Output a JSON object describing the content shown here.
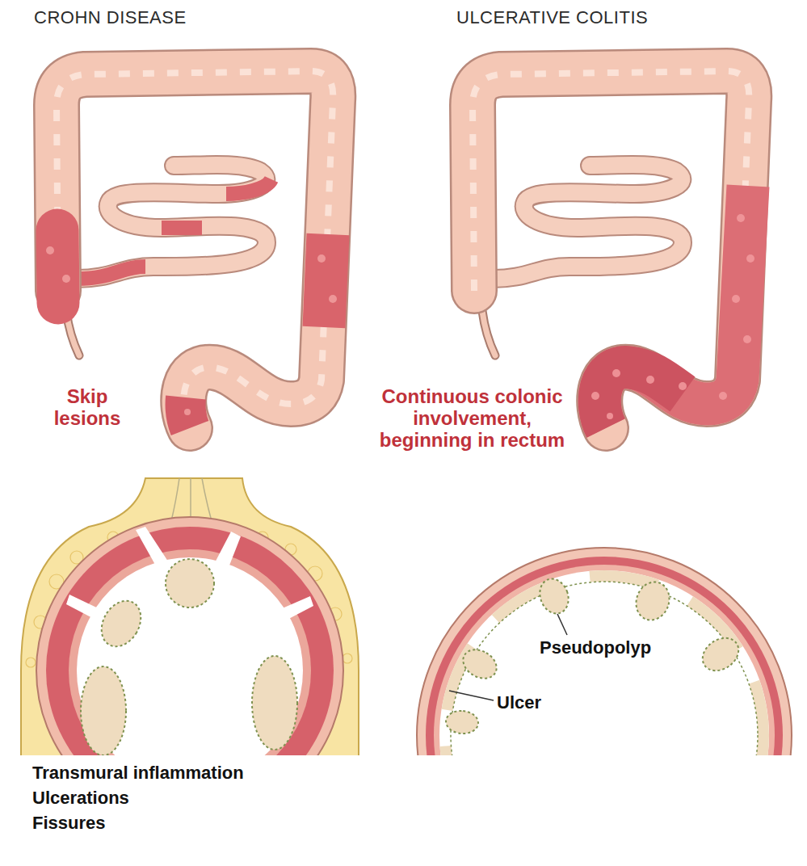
{
  "diagram": {
    "labels": [
      "CROHN DISEASE",
      "ULCERATIVE COLITIS",
      "Skip lesions",
      "Continuous colonic involvement, beginning in rectum",
      "Pseudopolyp",
      "Ulcer",
      "Transmural inflammation",
      "Ulcerations",
      "Fissures"
    ]
  }
}
